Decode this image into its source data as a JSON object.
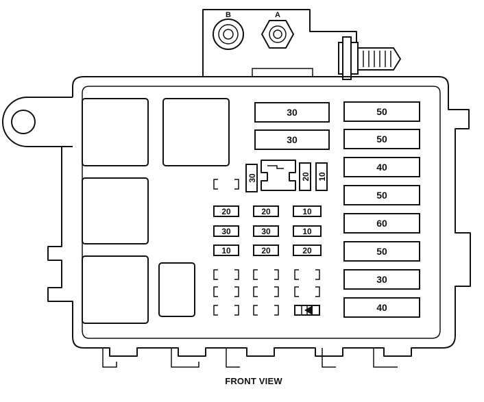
{
  "caption": "FRONT VIEW",
  "terminals": {
    "b": "B",
    "a": "A"
  },
  "maxi_fuses": [
    "50",
    "50",
    "40",
    "50",
    "60",
    "50",
    "30",
    "40"
  ],
  "large_fuses": [
    "30",
    "30"
  ],
  "vertical_fuses": {
    "left": "30",
    "right1": "20",
    "right2": "10"
  },
  "mini_fuses": [
    [
      "20",
      "20",
      "10"
    ],
    [
      "30",
      "30",
      "10"
    ],
    [
      "10",
      "20",
      "20"
    ]
  ]
}
